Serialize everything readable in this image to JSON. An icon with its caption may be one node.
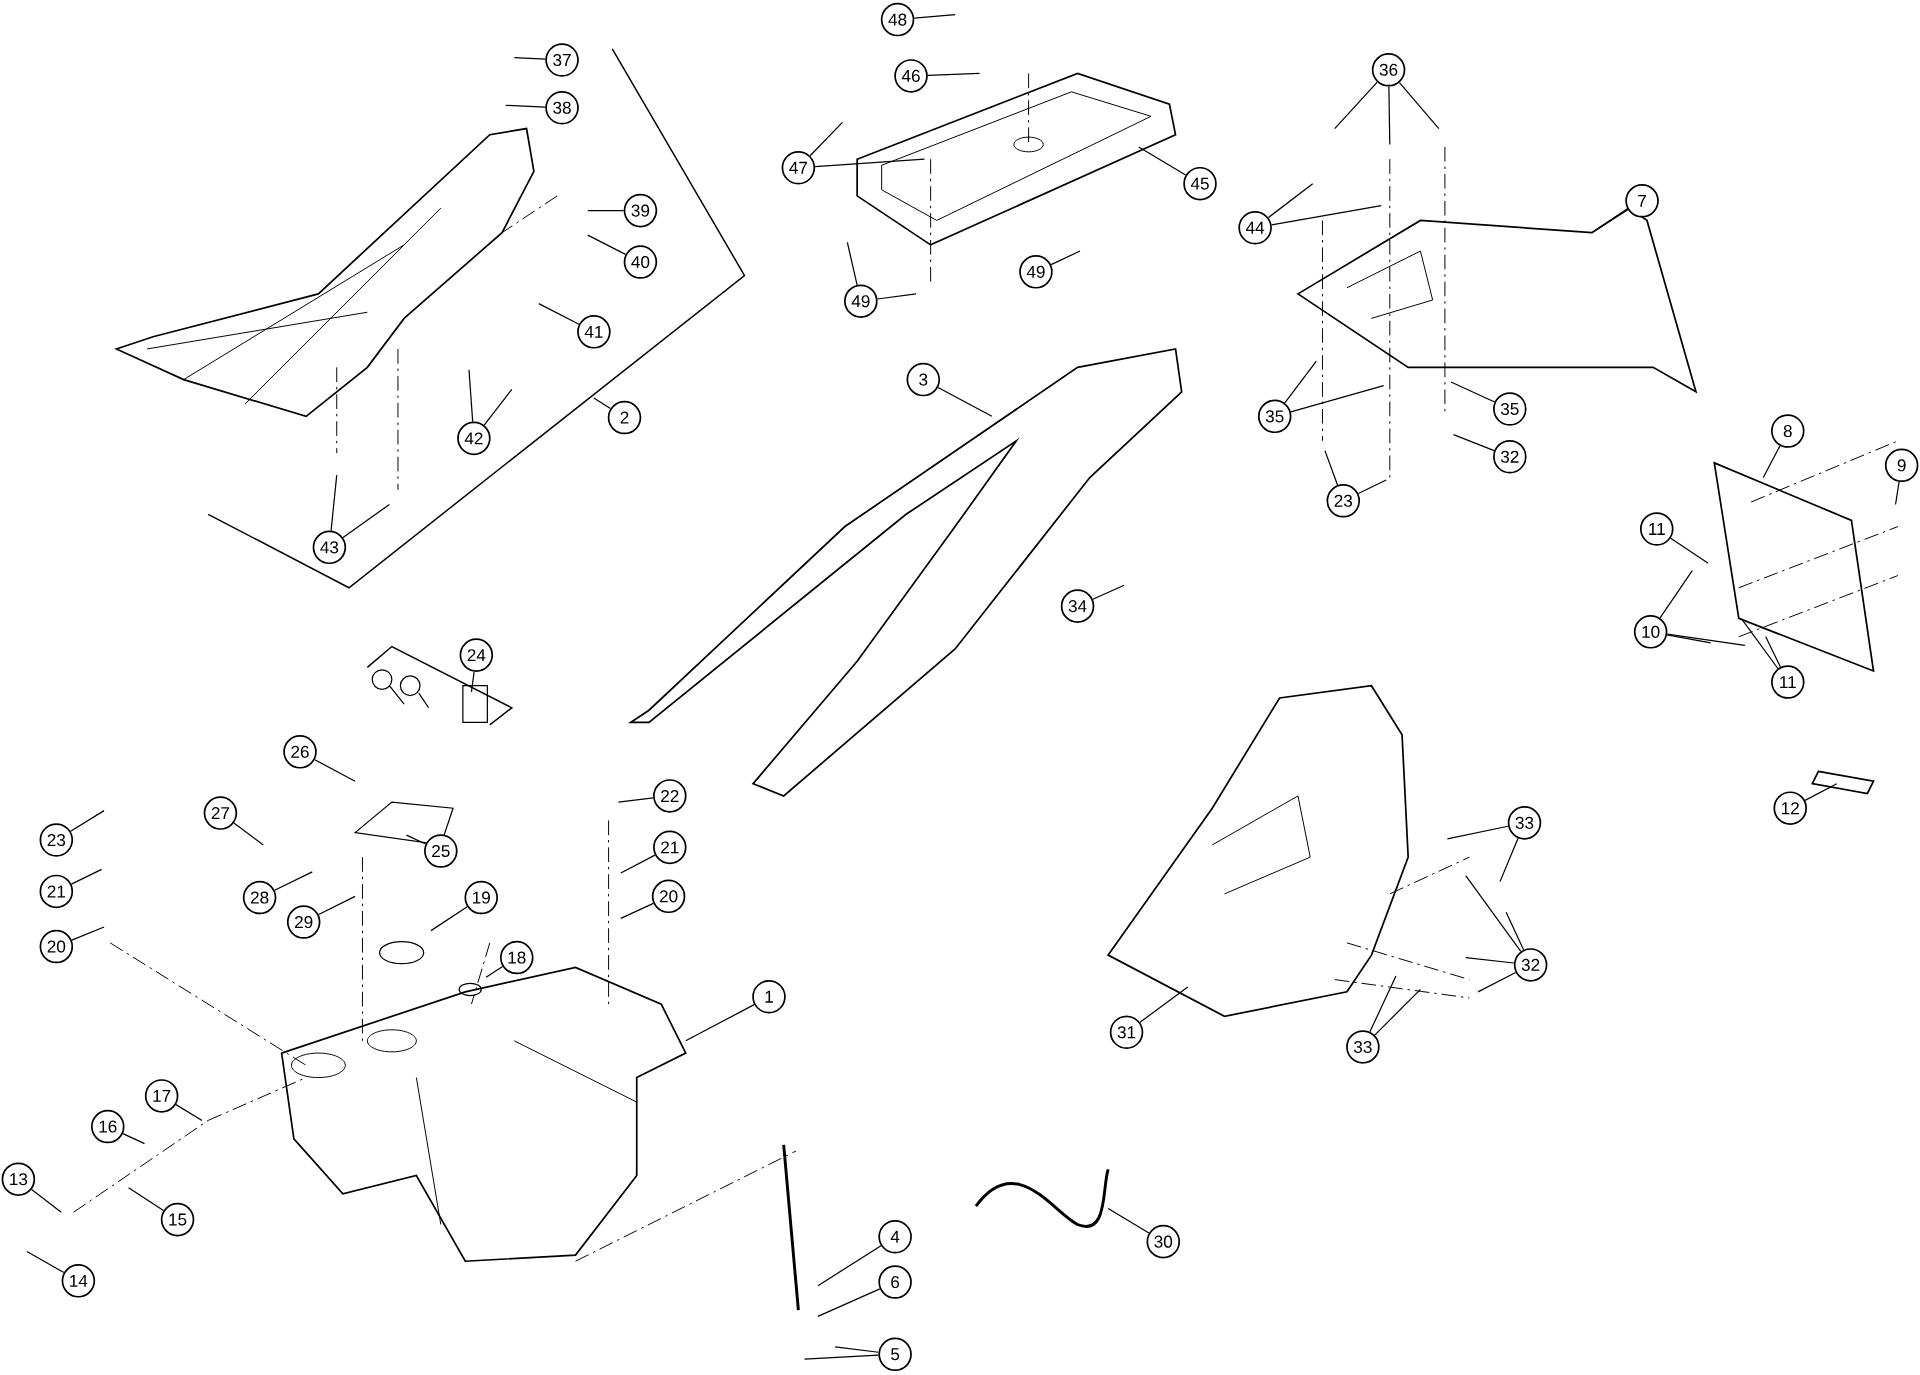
{
  "diagram": {
    "nodes": [
      {
        "text": [
          "48"
        ]
      },
      {
        "text": [
          "37"
        ]
      },
      {
        "text": [
          "46"
        ]
      },
      {
        "text": [
          "36"
        ]
      },
      {
        "text": [
          "38"
        ]
      },
      {
        "text": [
          "47"
        ]
      },
      {
        "text": [
          "45"
        ]
      },
      {
        "text": [
          "7"
        ]
      },
      {
        "text": [
          "39"
        ]
      },
      {
        "text": [
          "44"
        ]
      },
      {
        "text": [
          "40"
        ]
      },
      {
        "text": [
          "49"
        ]
      },
      {
        "text": [
          "49"
        ]
      },
      {
        "text": [
          "41"
        ]
      },
      {
        "text": [
          "3"
        ]
      },
      {
        "text": [
          "35"
        ]
      },
      {
        "text": [
          "35"
        ]
      },
      {
        "text": [
          "2"
        ]
      },
      {
        "text": [
          "8"
        ]
      },
      {
        "text": [
          "42"
        ]
      },
      {
        "text": [
          "32"
        ]
      },
      {
        "text": [
          "9"
        ]
      },
      {
        "text": [
          "23"
        ]
      },
      {
        "text": [
          "11"
        ]
      },
      {
        "text": [
          "43"
        ]
      },
      {
        "text": [
          "34"
        ]
      },
      {
        "text": [
          "10"
        ]
      },
      {
        "text": [
          "24"
        ]
      },
      {
        "text": [
          "11"
        ]
      },
      {
        "text": [
          "26"
        ]
      },
      {
        "text": [
          "22"
        ]
      },
      {
        "text": [
          "12"
        ]
      },
      {
        "text": [
          "27"
        ]
      },
      {
        "text": [
          "33"
        ]
      },
      {
        "text": [
          "23"
        ]
      },
      {
        "text": [
          "21"
        ]
      },
      {
        "text": [
          "25"
        ]
      },
      {
        "text": [
          "21"
        ]
      },
      {
        "text": [
          "28"
        ]
      },
      {
        "text": [
          "20"
        ]
      },
      {
        "text": [
          "19"
        ]
      },
      {
        "text": [
          "29"
        ]
      },
      {
        "text": [
          "20"
        ]
      },
      {
        "text": [
          "18"
        ]
      },
      {
        "text": [
          "32"
        ]
      },
      {
        "text": [
          "1"
        ]
      },
      {
        "text": [
          "31"
        ]
      },
      {
        "text": [
          "33"
        ]
      },
      {
        "text": [
          "17"
        ]
      },
      {
        "text": [
          "16"
        ]
      },
      {
        "text": [
          "13"
        ]
      },
      {
        "text": [
          "15"
        ]
      },
      {
        "text": [
          "4"
        ]
      },
      {
        "text": [
          "30"
        ]
      },
      {
        "text": [
          "6"
        ]
      },
      {
        "text": [
          "14"
        ]
      },
      {
        "text": [
          "5"
        ]
      }
    ],
    "edges": [
      {
        "from": 0,
        "to": null,
        "arrow": "none"
      },
      {
        "from": 1,
        "to": null,
        "arrow": "none"
      },
      {
        "from": 2,
        "to": null,
        "arrow": "none"
      },
      {
        "from": 3,
        "to": null,
        "arrow": "none"
      },
      {
        "from": 3,
        "to": null,
        "arrow": "none"
      },
      {
        "from": 3,
        "to": null,
        "arrow": "none"
      },
      {
        "from": 4,
        "to": null,
        "arrow": "none"
      },
      {
        "from": 5,
        "to": null,
        "arrow": "none"
      },
      {
        "from": 5,
        "to": null,
        "arrow": "none"
      },
      {
        "from": 6,
        "to": null,
        "arrow": "none"
      },
      {
        "from": 7,
        "to": null,
        "arrow": "none"
      },
      {
        "from": 8,
        "to": null,
        "arrow": "none"
      },
      {
        "from": 9,
        "to": null,
        "arrow": "none"
      },
      {
        "from": 9,
        "to": null,
        "arrow": "none"
      },
      {
        "from": 10,
        "to": null,
        "arrow": "none"
      },
      {
        "from": 11,
        "to": null,
        "arrow": "none"
      },
      {
        "from": 12,
        "to": null,
        "arrow": "none"
      },
      {
        "from": 12,
        "to": null,
        "arrow": "none"
      },
      {
        "from": 13,
        "to": null,
        "arrow": "none"
      },
      {
        "from": 14,
        "to": null,
        "arrow": "none"
      },
      {
        "from": 15,
        "to": null,
        "arrow": "none"
      },
      {
        "from": 15,
        "to": null,
        "arrow": "none"
      },
      {
        "from": 16,
        "to": null,
        "arrow": "none"
      },
      {
        "from": 17,
        "to": null,
        "arrow": "none"
      },
      {
        "from": 18,
        "to": null,
        "arrow": "none"
      },
      {
        "from": 19,
        "to": null,
        "arrow": "none"
      },
      {
        "from": 19,
        "to": null,
        "arrow": "none"
      },
      {
        "from": 20,
        "to": null,
        "arrow": "none"
      },
      {
        "from": 21,
        "to": null,
        "arrow": "none"
      },
      {
        "from": 22,
        "to": null,
        "arrow": "none"
      },
      {
        "from": 22,
        "to": null,
        "arrow": "none"
      },
      {
        "from": 23,
        "to": null,
        "arrow": "none"
      },
      {
        "from": 24,
        "to": null,
        "arrow": "none"
      },
      {
        "from": 24,
        "to": null,
        "arrow": "none"
      },
      {
        "from": 25,
        "to": null,
        "arrow": "none"
      },
      {
        "from": 26,
        "to": null,
        "arrow": "none"
      },
      {
        "from": 26,
        "to": null,
        "arrow": "none"
      },
      {
        "from": 26,
        "to": null,
        "arrow": "none"
      },
      {
        "from": 27,
        "to": null,
        "arrow": "none"
      },
      {
        "from": 28,
        "to": null,
        "arrow": "none"
      },
      {
        "from": 28,
        "to": null,
        "arrow": "none"
      },
      {
        "from": 29,
        "to": null,
        "arrow": "none"
      },
      {
        "from": 30,
        "to": null,
        "arrow": "none"
      },
      {
        "from": 31,
        "to": null,
        "arrow": "none"
      },
      {
        "from": 32,
        "to": null,
        "arrow": "none"
      },
      {
        "from": 33,
        "to": null,
        "arrow": "none"
      },
      {
        "from": 33,
        "to": null,
        "arrow": "none"
      },
      {
        "from": 34,
        "to": null,
        "arrow": "none"
      },
      {
        "from": 35,
        "to": null,
        "arrow": "none"
      },
      {
        "from": 36,
        "to": null,
        "arrow": "none"
      },
      {
        "from": 37,
        "to": null,
        "arrow": "none"
      },
      {
        "from": 38,
        "to": null,
        "arrow": "none"
      },
      {
        "from": 39,
        "to": null,
        "arrow": "none"
      },
      {
        "from": 40,
        "to": null,
        "arrow": "none"
      },
      {
        "from": 41,
        "to": null,
        "arrow": "none"
      },
      {
        "from": 42,
        "to": null,
        "arrow": "none"
      },
      {
        "from": 43,
        "to": null,
        "arrow": "none"
      },
      {
        "from": 44,
        "to": null,
        "arrow": "none"
      },
      {
        "from": 44,
        "to": null,
        "arrow": "none"
      },
      {
        "from": 44,
        "to": null,
        "arrow": "none"
      },
      {
        "from": 44,
        "to": null,
        "arrow": "none"
      },
      {
        "from": 45,
        "to": null,
        "arrow": "none"
      },
      {
        "from": 46,
        "to": null,
        "arrow": "none"
      },
      {
        "from": 47,
        "to": null,
        "arrow": "none"
      },
      {
        "from": 47,
        "to": null,
        "arrow": "none"
      },
      {
        "from": 48,
        "to": null,
        "arrow": "none"
      },
      {
        "from": 49,
        "to": null,
        "arrow": "none"
      },
      {
        "from": 50,
        "to": null,
        "arrow": "none"
      },
      {
        "from": 51,
        "to": null,
        "arrow": "none"
      },
      {
        "from": 52,
        "to": null,
        "arrow": "none"
      },
      {
        "from": 53,
        "to": null,
        "arrow": "none"
      },
      {
        "from": 54,
        "to": null,
        "arrow": "none"
      },
      {
        "from": 55,
        "to": null,
        "arrow": "none"
      },
      {
        "from": 56,
        "to": null,
        "arrow": "none"
      },
      {
        "from": 56,
        "to": null,
        "arrow": "none"
      }
    ]
  }
}
